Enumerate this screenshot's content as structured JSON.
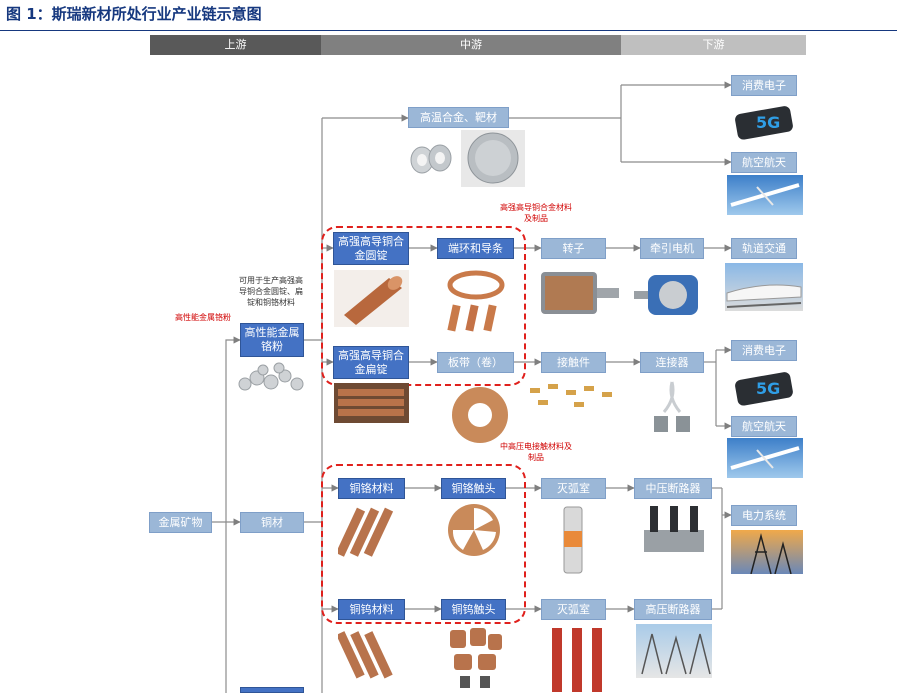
{
  "title": "图 1：斯瑞新材所处行业产业链示意图",
  "stages": [
    "上游",
    "中游",
    "下游"
  ],
  "nodes": {
    "metal_powder": "金属矿物",
    "copper_material_left": "铜材",
    "hp_alloy_powder": "高性能金属铬粉",
    "high_temp_alloy": "高温合金、靶材",
    "round_ingot": "高强高导铜合金圆锭",
    "flat_ingot": "高强高导铜合金扁锭",
    "rings_bars": "端环和导条",
    "strip_coil": "板带（卷）",
    "rotor": "转子",
    "traction_motor": "牵引电机",
    "rail_transit": "轨道交通",
    "connector_part": "接触件",
    "connector": "连接器",
    "consumer_elec_1": "消费电子",
    "aerospace_1": "航空航天",
    "consumer_elec_2": "消费电子",
    "aerospace_2": "航空航天",
    "cucr_material": "铜铬材料",
    "cucr_contact": "铜铬触头",
    "interrupter_1": "灭弧室",
    "mv_breaker": "中压断路器",
    "power_system": "电力系统",
    "cuw_material": "铜钨材料",
    "cuw_contact": "铜钨触头",
    "interrupter_2": "灭弧室",
    "hv_breaker": "高压断路器"
  },
  "notes": {
    "powder_usage": "可用于生产高强高导铜合金圆锭、扁锭和铜铬材料",
    "hp_chrome_label": "高性能金属铬粉",
    "copper_alloy_products": "高强高导铜合金材料及制品",
    "hv_contact_products": "中高压电接触材料及制品"
  },
  "colors": {
    "title": "#16387f",
    "stage_up": "#595959",
    "stage_mid": "#808080",
    "stage_down": "#bfbfbf",
    "box_light": "#9bb7d7",
    "box_dark": "#4472c4",
    "dashed": "#e0201c"
  }
}
